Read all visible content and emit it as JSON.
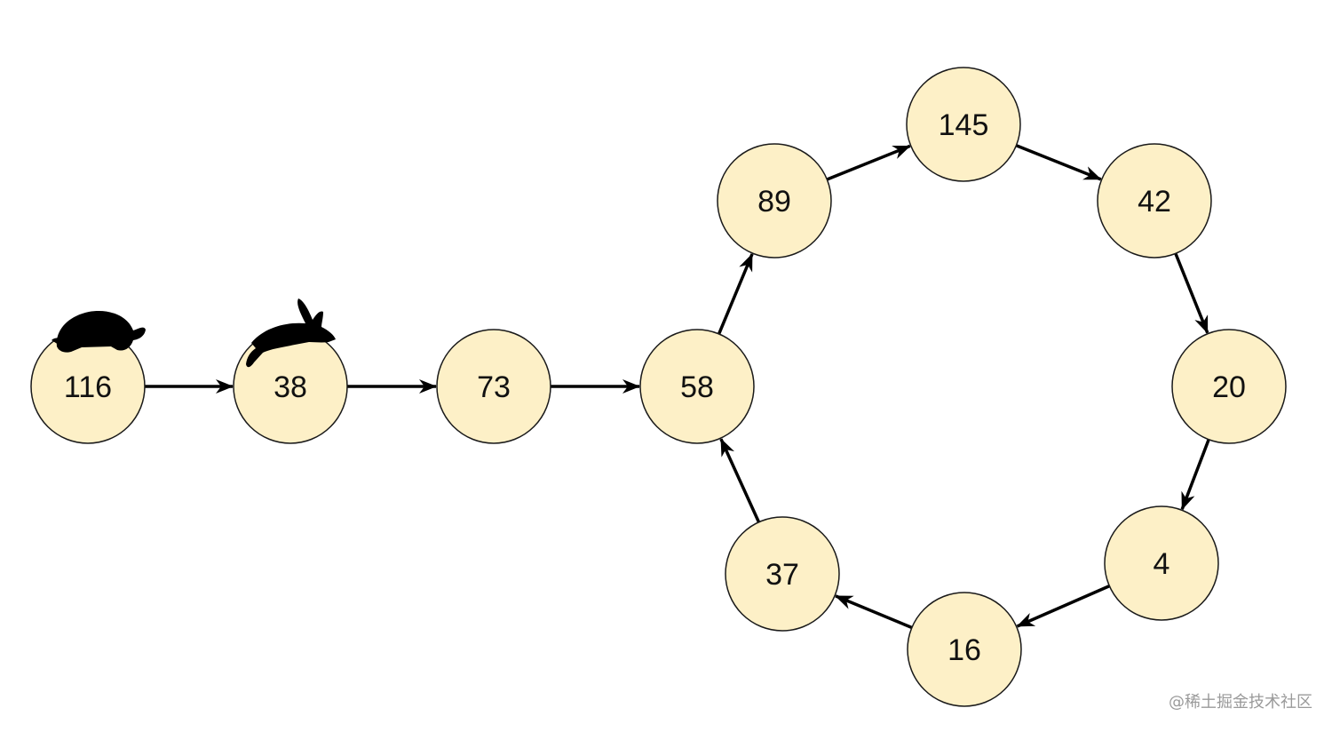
{
  "colors": {
    "node_fill": "#fdf0c7",
    "node_stroke": "#1a1a1a",
    "edge": "#000000"
  },
  "nodes": [
    {
      "id": "n116",
      "label": "116",
      "marker": "tortoise-icon"
    },
    {
      "id": "n38",
      "label": "38",
      "marker": "rabbit-icon"
    },
    {
      "id": "n73",
      "label": "73"
    },
    {
      "id": "n58",
      "label": "58"
    },
    {
      "id": "n89",
      "label": "89"
    },
    {
      "id": "n145",
      "label": "145"
    },
    {
      "id": "n42",
      "label": "42"
    },
    {
      "id": "n20",
      "label": "20"
    },
    {
      "id": "n4",
      "label": "4"
    },
    {
      "id": "n16",
      "label": "16"
    },
    {
      "id": "n37",
      "label": "37"
    }
  ],
  "edges": [
    [
      "n116",
      "n38"
    ],
    [
      "n38",
      "n73"
    ],
    [
      "n73",
      "n58"
    ],
    [
      "n58",
      "n89"
    ],
    [
      "n89",
      "n145"
    ],
    [
      "n145",
      "n42"
    ],
    [
      "n42",
      "n20"
    ],
    [
      "n20",
      "n4"
    ],
    [
      "n4",
      "n16"
    ],
    [
      "n16",
      "n37"
    ],
    [
      "n37",
      "n58"
    ]
  ],
  "watermark": "@稀土掘金技术社区"
}
